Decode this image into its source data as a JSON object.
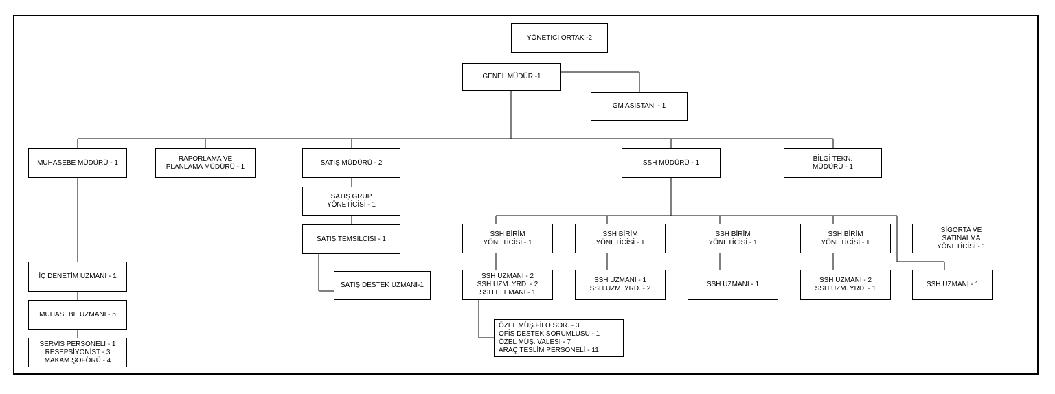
{
  "org_chart": {
    "top": "YÖNETİCİ ORTAK -2",
    "gm": "GENEL MÜDÜR -1",
    "gm_assistant": "GM ASİSTANI - 1",
    "muhasebe": {
      "manager": "MUHASEBE MÜDÜRÜ - 1",
      "ic_denetim": "İÇ DENETİM UZMANI - 1",
      "uzman": "MUHASEBE UZMANI - 5",
      "servis": "SERVİS PERSONELİ - 1\nRESEPSİYONİST - 3\nMAKAM ŞOFÖRÜ - 4"
    },
    "raporlama": "RAPORLAMA VE\nPLANLAMA MÜDÜRÜ - 1",
    "satis": {
      "manager": "SATIŞ MÜDÜRÜ - 2",
      "grup": "SATIŞ GRUP\nYÖNETİCİSİ - 1",
      "temsilci": "SATIŞ TEMSİLCİSİ - 1",
      "destek": "SATIŞ DESTEK UZMANI-1"
    },
    "ssh": {
      "manager": "SSH MÜDÜRÜ - 1",
      "birim": "SSH BİRİM\nYÖNETİCİSİ - 1",
      "unit1_staff": "SSH UZMANI - 2\nSSH UZM. YRD. - 2\nSSH ELEMANI - 1",
      "unit1_sub": "ÖZEL MÜŞ.FİLO SOR. - 3\nOFİS DESTEK SORUMLUSU - 1\nÖZEL MÜŞ. VALESİ - 7\nARAÇ TESLİM PERSONELİ - 11",
      "unit2_staff": "SSH UZMANI - 1\nSSH UZM. YRD. - 2",
      "unit3_staff": "SSH UZMANI - 1",
      "unit4_staff": "SSH UZMANI - 2\nSSH UZM. YRD. - 1",
      "sigorta": "SİGORTA VE\nSATINALMA\nYÖNETİCİSİ - 1",
      "sigorta_staff": "SSH UZMANI - 1"
    },
    "bilgi": "BİLGİ TEKN.\nMÜDÜRÜ - 1"
  }
}
